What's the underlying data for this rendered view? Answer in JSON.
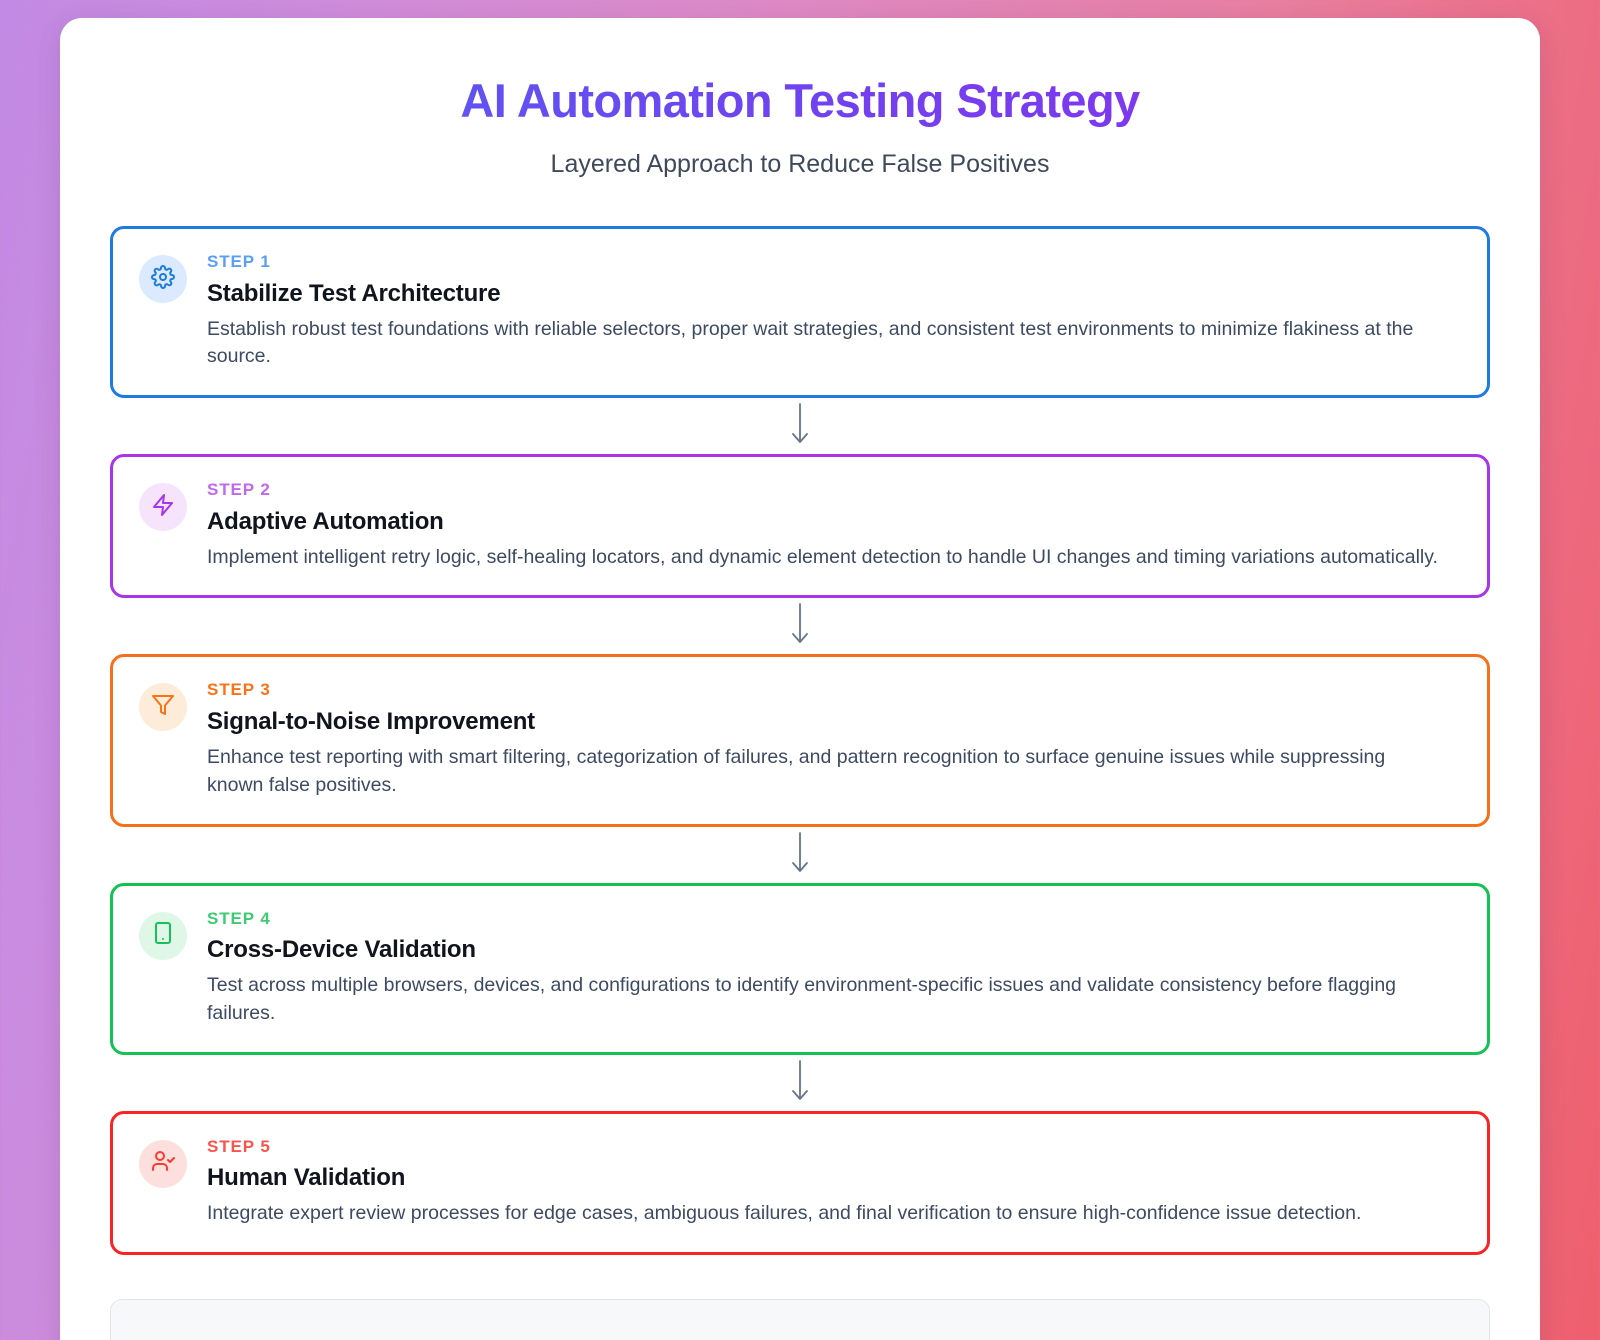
{
  "header": {
    "title": "AI Automation Testing Strategy",
    "subtitle": "Layered Approach to Reduce False Positives",
    "title_gradient_from": "#4f63f5",
    "title_gradient_to": "#8b2ef0"
  },
  "background": {
    "gradient_from": "#c28ae4",
    "gradient_to": "#ef5f6d"
  },
  "steps": [
    {
      "eyebrow": "STEP 1",
      "title": "Stabilize Test Architecture",
      "description": "Establish robust test foundations with reliable selectors, proper wait strategies, and consistent test environments to minimize flakiness at the source.",
      "icon": "gear-icon",
      "color": "#1f7ae0",
      "border_color": "#1f7ae0",
      "eyebrow_color": "#5b9ff0",
      "icon_bg": "#dbeafe"
    },
    {
      "eyebrow": "STEP 2",
      "title": "Adaptive Automation",
      "description": "Implement intelligent retry logic, self-healing locators, and dynamic element detection to handle UI changes and timing variations automatically.",
      "icon": "lightning-bolt-icon",
      "color": "#a934e8",
      "border_color": "#a934e8",
      "eyebrow_color": "#c069ef",
      "icon_bg": "#f6e4fd"
    },
    {
      "eyebrow": "STEP 3",
      "title": "Signal-to-Noise Improvement",
      "description": "Enhance test reporting with smart filtering, categorization of failures, and pattern recognition to surface genuine issues while suppressing known false positives.",
      "icon": "funnel-filter-icon",
      "color": "#f97316",
      "border_color": "#f4701c",
      "eyebrow_color": "#f97316",
      "icon_bg": "#fdecd9"
    },
    {
      "eyebrow": "STEP 4",
      "title": "Cross-Device Validation",
      "description": "Test across multiple browsers, devices, and configurations to identify environment-specific issues and validate consistency before flagging failures.",
      "icon": "smartphone-icon",
      "color": "#18c05a",
      "border_color": "#14c254",
      "eyebrow_color": "#3ecb72",
      "icon_bg": "#def7e6"
    },
    {
      "eyebrow": "STEP 5",
      "title": "Human Validation",
      "description": "Integrate expert review processes for edge cases, ambiguous failures, and final verification to ensure high-confidence issue detection.",
      "icon": "user-check-icon",
      "color": "#fa3b30",
      "border_color": "#fb2424",
      "eyebrow_color": "#f9544d",
      "icon_bg": "#fde0de"
    }
  ],
  "connector": {
    "icon": "arrow-down-icon",
    "color": "#64748b"
  }
}
